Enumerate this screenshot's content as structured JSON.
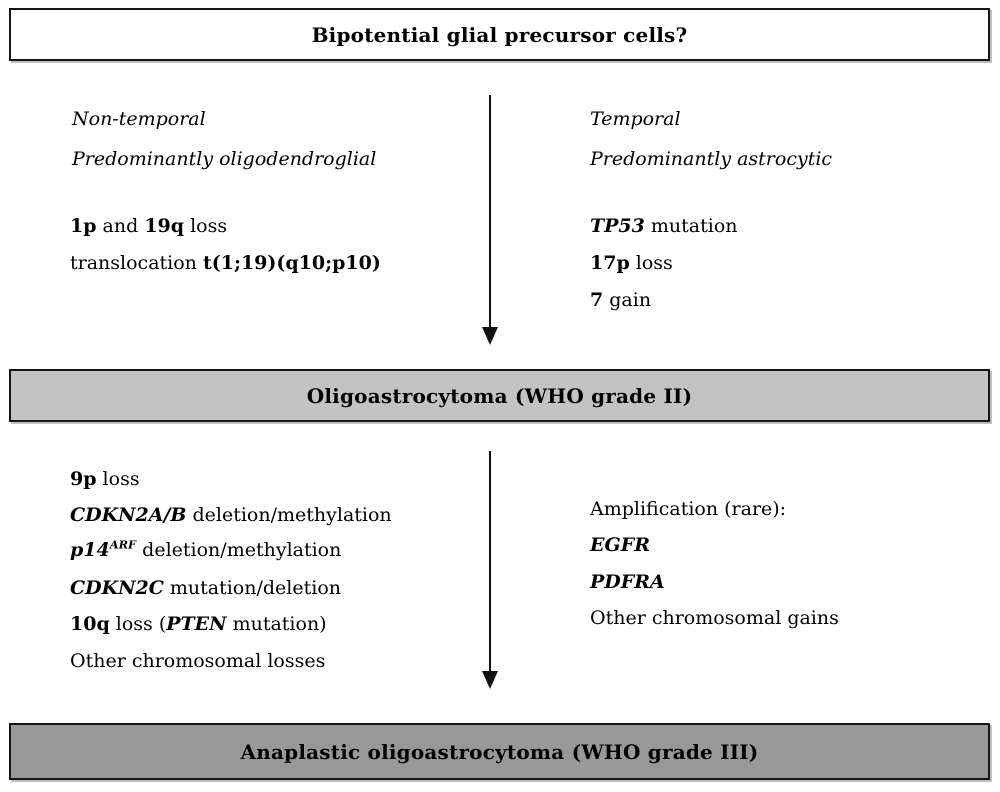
{
  "colors": {
    "page_background": "#ffffff",
    "top_box_fill": "#ffffff",
    "grade2_box_fill": "#c3c3c3",
    "grade3_box_fill": "#989898",
    "box_border": "#151515",
    "text": "#000000",
    "arrow": "#111111"
  },
  "top_box": {
    "label": "Bipotential glial precursor cells?"
  },
  "grade2_box": {
    "label": "Oligoastrocytoma (WHO grade II)"
  },
  "grade3_box": {
    "label": "Anaplastic oligoastrocytoma (WHO grade III)"
  },
  "stage1": {
    "left": {
      "lines": [
        [
          {
            "t": "Non-temporal",
            "s": "i"
          }
        ],
        [
          {
            "t": "Predominantly oligodendroglial",
            "s": "i"
          }
        ],
        [
          {
            "t": "1p",
            "s": "b"
          },
          {
            "t": " and ",
            "s": "r"
          },
          {
            "t": "19q",
            "s": "b"
          },
          {
            "t": " loss",
            "s": "r"
          }
        ],
        [
          {
            "t": "translocation ",
            "s": "r"
          },
          {
            "t": "t(1;19)(q10;p10)",
            "s": "b"
          }
        ]
      ]
    },
    "right": {
      "lines": [
        [
          {
            "t": "Temporal",
            "s": "i"
          }
        ],
        [
          {
            "t": "Predominantly astrocytic",
            "s": "i"
          }
        ],
        [
          {
            "t": "TP53",
            "s": "bi"
          },
          {
            "t": " mutation",
            "s": "r"
          }
        ],
        [
          {
            "t": "17p",
            "s": "b"
          },
          {
            "t": " loss",
            "s": "r"
          }
        ],
        [
          {
            "t": "7",
            "s": "b"
          },
          {
            "t": " gain",
            "s": "r"
          }
        ]
      ]
    }
  },
  "stage2": {
    "left": {
      "lines": [
        [
          {
            "t": "9p",
            "s": "b"
          },
          {
            "t": " loss",
            "s": "r"
          }
        ],
        [
          {
            "t": "CDKN2A/B",
            "s": "bi"
          },
          {
            "t": " deletion/methylation",
            "s": "r"
          }
        ],
        [
          {
            "t": "p14",
            "s": "bi"
          },
          {
            "t": "ARF",
            "s": "supi"
          },
          {
            "t": " deletion/methylation",
            "s": "r"
          }
        ],
        [
          {
            "t": "CDKN2C",
            "s": "bi"
          },
          {
            "t": " mutation/deletion",
            "s": "r"
          }
        ],
        [
          {
            "t": "10q",
            "s": "b"
          },
          {
            "t": " loss (",
            "s": "r"
          },
          {
            "t": "PTEN",
            "s": "bi"
          },
          {
            "t": " mutation)",
            "s": "r"
          }
        ],
        [
          {
            "t": "Other chromosomal losses",
            "s": "r"
          }
        ]
      ]
    },
    "right": {
      "lines": [
        [
          {
            "t": "Amplification (rare):",
            "s": "r"
          }
        ],
        [
          {
            "t": "EGFR",
            "s": "bi"
          }
        ],
        [
          {
            "t": "PDFRA",
            "s": "bi"
          }
        ],
        [
          {
            "t": "Other chromosomal gains",
            "s": "r"
          }
        ]
      ]
    }
  }
}
